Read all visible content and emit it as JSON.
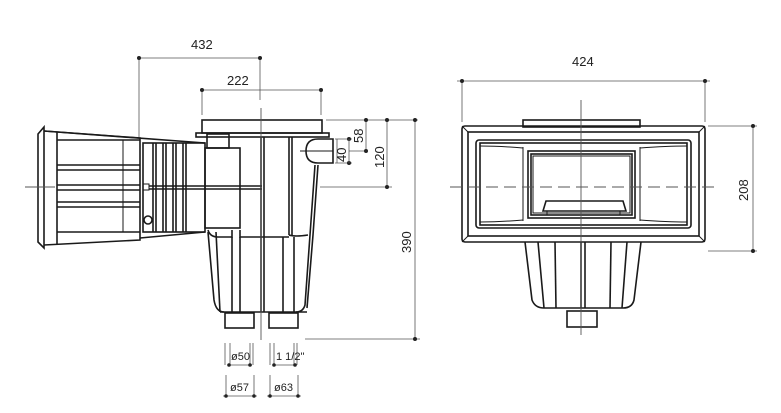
{
  "drawing": {
    "title": "Pool skimmer technical drawing",
    "side_view": {
      "dimensions": {
        "overall_length": "432",
        "top_width": "222",
        "inlet_height": "40",
        "inlet_offset": "58",
        "center_offset": "120",
        "total_height": "390",
        "outlet_1_inner": "ø50",
        "outlet_2_inner": "1 1/2\"",
        "outlet_1_outer": "ø57",
        "outlet_2_outer": "ø63"
      }
    },
    "front_view": {
      "dimensions": {
        "width": "424",
        "height": "208"
      }
    },
    "colors": {
      "line": "#1a1a1a",
      "dimension": "#555555",
      "background": "#ffffff"
    }
  }
}
